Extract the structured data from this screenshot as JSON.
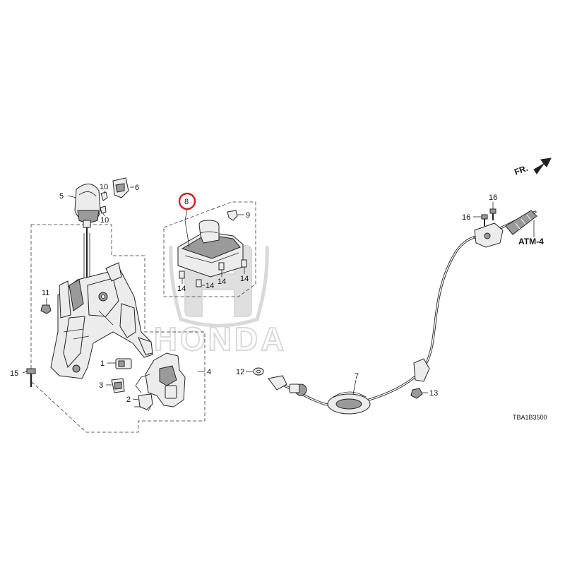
{
  "diagram": {
    "callouts": {
      "c1": "1",
      "c2": "2",
      "c3": "3",
      "c4": "4",
      "c5": "5",
      "c6": "6",
      "c7": "7",
      "c8": "8",
      "c9": "9",
      "c10a": "10",
      "c10b": "10",
      "c11": "11",
      "c12": "12",
      "c13": "13",
      "c14a": "14",
      "c14b": "14",
      "c14c": "14",
      "c14d": "14",
      "c15": "15",
      "c16a": "16",
      "c16b": "16"
    },
    "highlight_color": "#d7191f",
    "front_label": "FR.",
    "atm_label": "ATM-4",
    "diagram_code": "TBA1B3500",
    "watermark_text": "HONDA"
  }
}
